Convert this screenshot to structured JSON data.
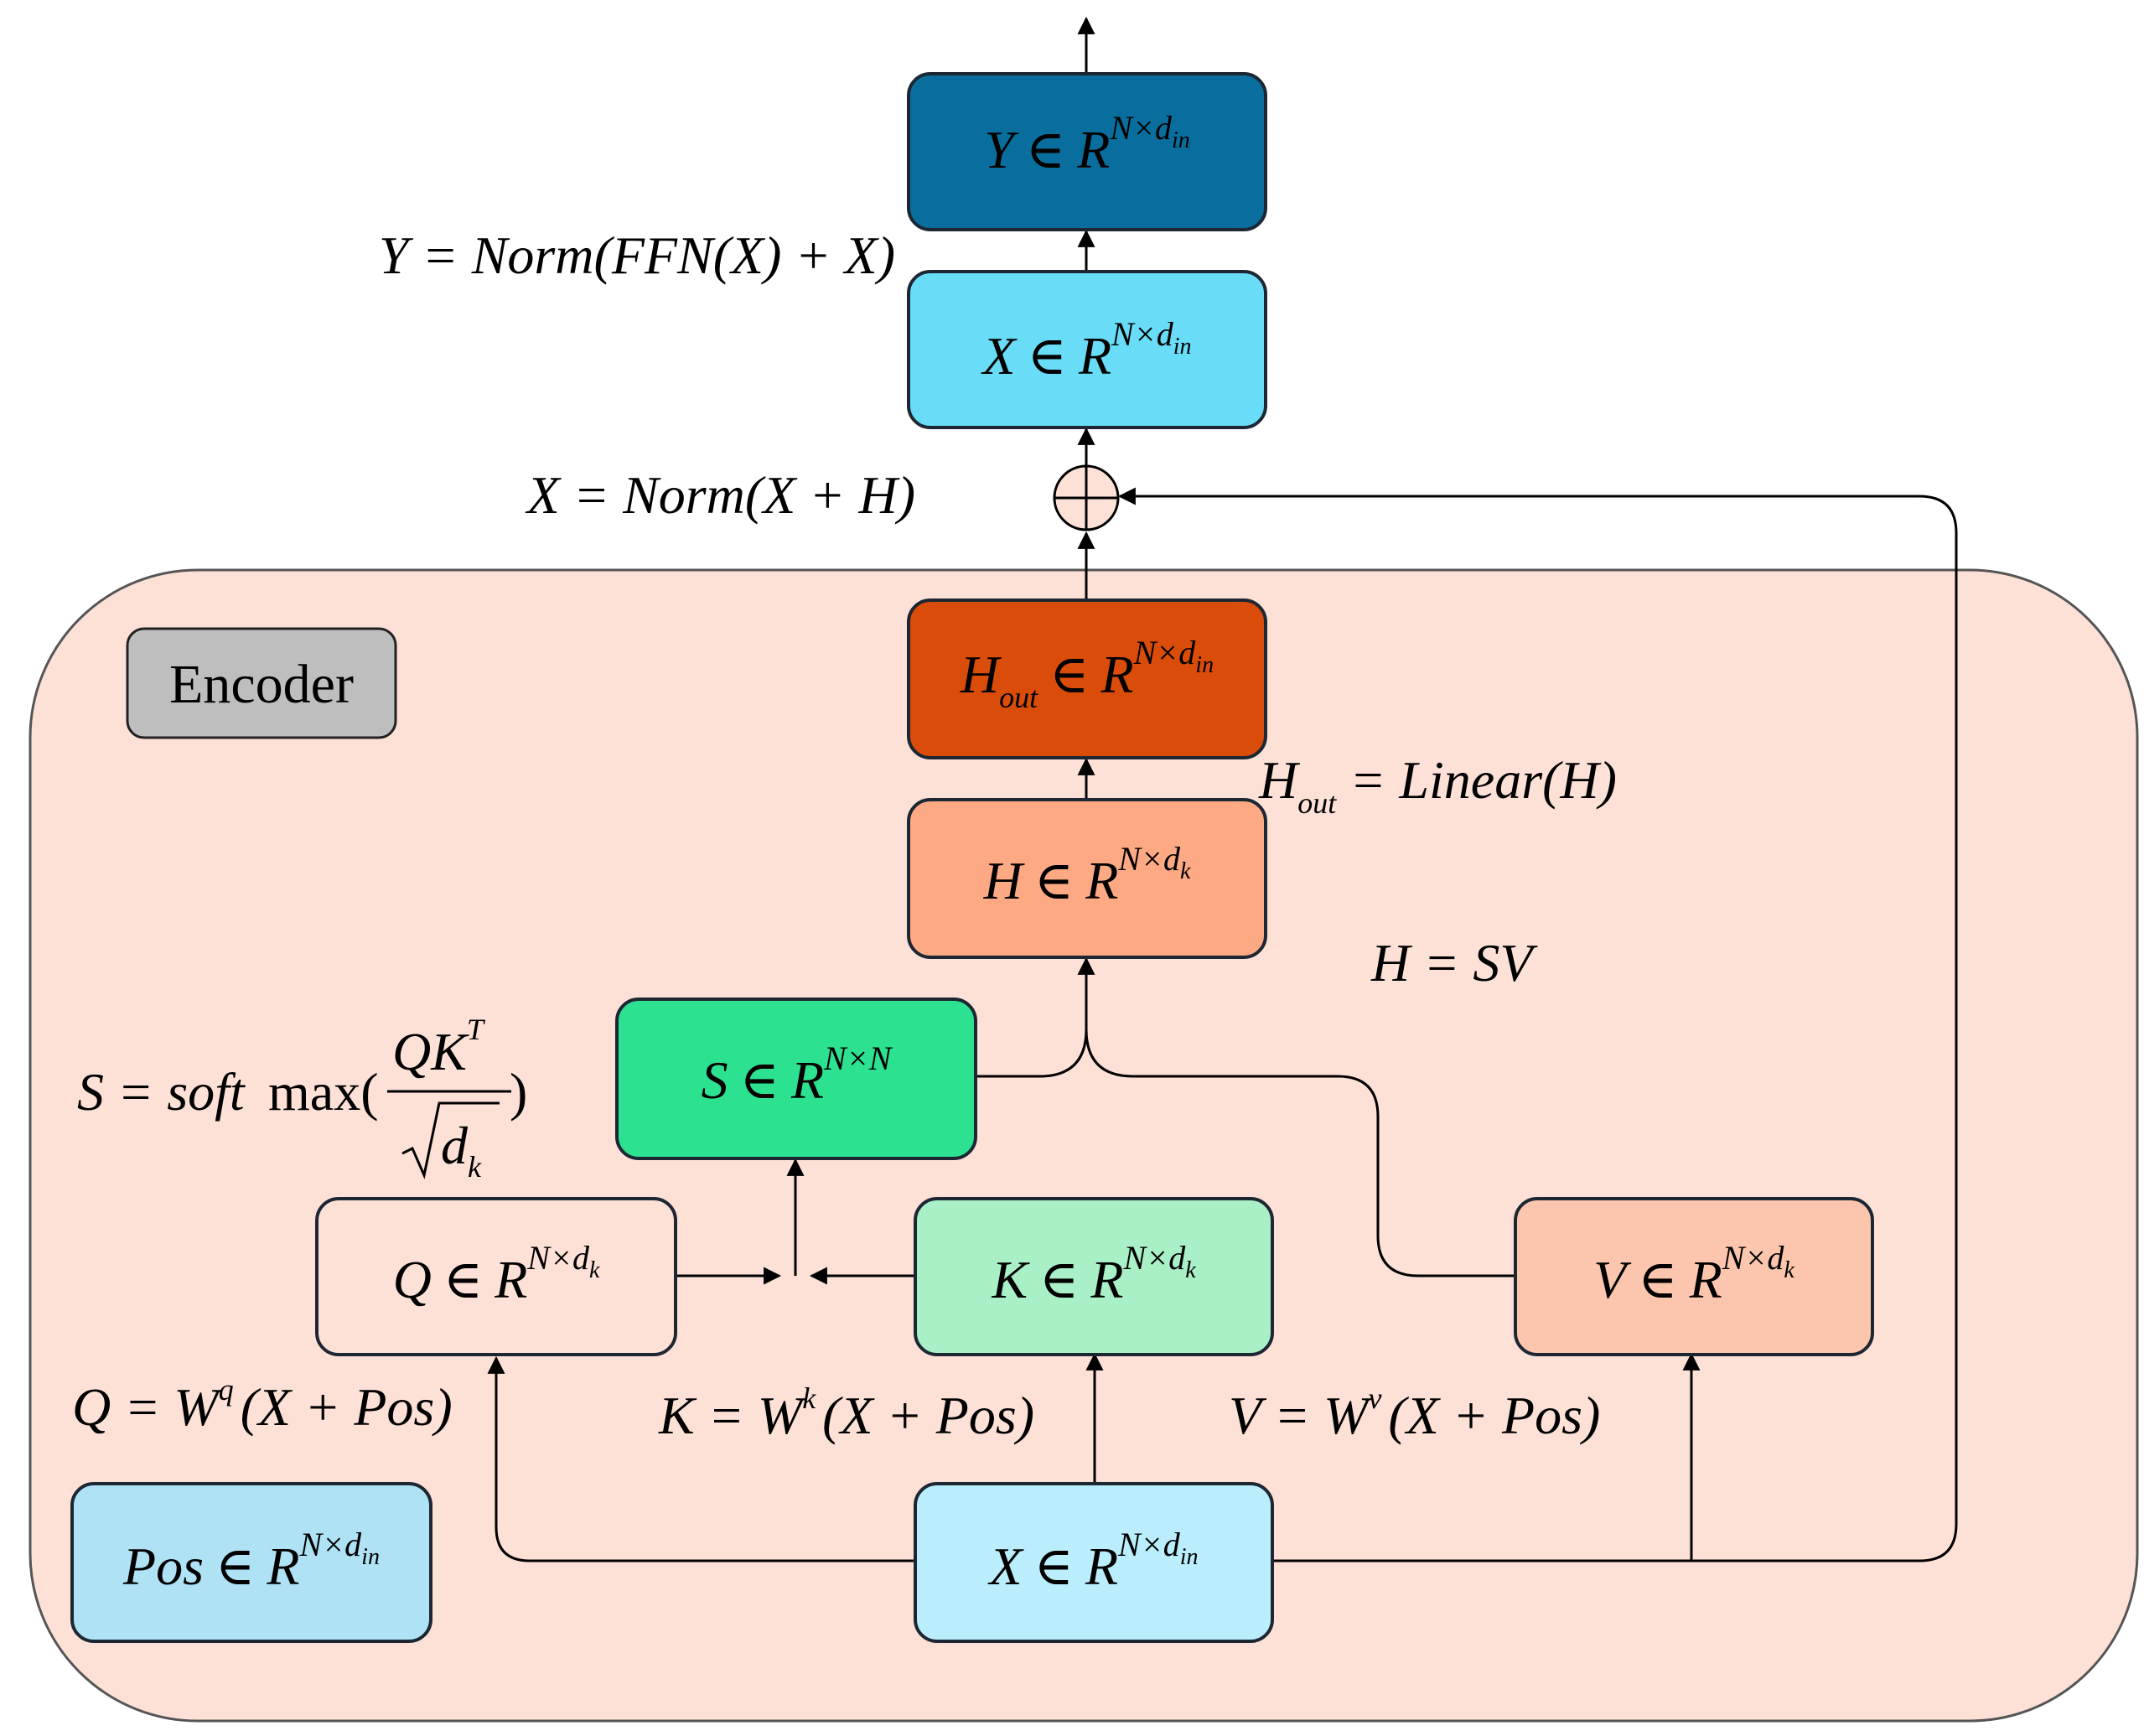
{
  "colors": {
    "encoder_bg": "#fde1d7",
    "y_box": "#096e9d",
    "x_top_box": "#69dcf8",
    "h_out_box": "#d94c09",
    "h_box": "#fda983",
    "s_box": "#2ce190",
    "q_box": "#fde1d7",
    "k_box": "#a9f0c7",
    "v_box": "#fcc6ae",
    "x_bottom_box": "#baeefc",
    "pos_box": "#aee2f4",
    "encoder_label_box": "#bebebe"
  },
  "encoder": {
    "label": "Encoder"
  },
  "boxes": {
    "y": {
      "sym": "Y",
      "rel": "∈",
      "set": "R",
      "sup": "N×d",
      "sup_sub": "in"
    },
    "x_top": {
      "sym": "X",
      "rel": "∈",
      "set": "R",
      "sup": "N×d",
      "sup_sub": "in"
    },
    "h_out": {
      "sym": "H",
      "sym_sub": "out",
      "rel": "∈",
      "set": "R",
      "sup": "N×d",
      "sup_sub": "in"
    },
    "h": {
      "sym": "H",
      "rel": "∈",
      "set": "R",
      "sup": "N×d",
      "sup_sub": "k"
    },
    "s": {
      "sym": "S",
      "rel": "∈",
      "set": "R",
      "sup": "N×N"
    },
    "q": {
      "sym": "Q",
      "rel": "∈",
      "set": "R",
      "sup": "N×d",
      "sup_sub": "k"
    },
    "k": {
      "sym": "K",
      "rel": "∈",
      "set": "R",
      "sup": "N×d",
      "sup_sub": "k"
    },
    "v": {
      "sym": "V",
      "rel": "∈",
      "set": "R",
      "sup": "N×d",
      "sup_sub": "k"
    },
    "x_bottom": {
      "sym": "X",
      "rel": "∈",
      "set": "R",
      "sup": "N×d",
      "sup_sub": "in"
    },
    "pos": {
      "sym": "Pos",
      "rel": "∈",
      "set": "R",
      "sup": "N×d",
      "sup_sub": "in"
    }
  },
  "equations": {
    "y_eq": "Y = Norm(FFN(X) + X)",
    "x_eq": "X = Norm(X + H)",
    "h_out_lhs": "H",
    "h_out_lhs_sub": "out",
    "h_out_rhs": " = Linear(H)",
    "h_eq": "H = SV",
    "s_prefix": "S = soft",
    "s_max": "max(",
    "s_num": "QK",
    "s_num_sup": "T",
    "s_den": "d",
    "s_den_sub": "k",
    "s_close": ")",
    "q_lhs": "Q = W",
    "q_sup": "q",
    "q_rhs": "(X + Pos)",
    "k_lhs": "K = W",
    "k_sup": "k",
    "k_rhs": "(X + Pos)",
    "v_lhs": "V = W",
    "v_sup": "v",
    "v_rhs": "(X + Pos)"
  }
}
